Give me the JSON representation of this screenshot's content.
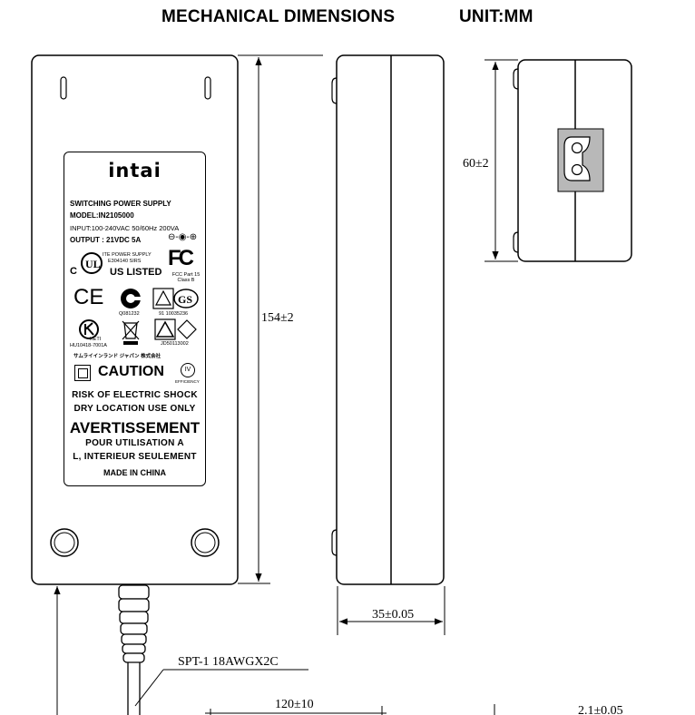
{
  "header": {
    "title": "MECHANICAL DIMENSIONS",
    "unit": "UNIT:MM"
  },
  "dimensions": {
    "height": "154±2",
    "width_side": "35±0.05",
    "end_height": "60±2",
    "cable_length": "120±10",
    "plug_dim": "2.1±0.05",
    "cable_type": "SPT-1 18AWGX2C"
  },
  "label": {
    "brand": "intai",
    "product": "SWITCHING POWER SUPPLY",
    "model": "MODEL:IN2105000",
    "input": "INPUT:100-240VAC 50/60Hz 200VA",
    "output": "OUTPUT : 21VDC 5A",
    "ite": "ITE POWER SUPPLY",
    "ite_no": "E304140 SIRS",
    "ul_c": "C",
    "ul_us": "US LISTED",
    "fc": "FC",
    "fcc_note": "FCC Part 15 Class B",
    "ce": "CE",
    "cert1": "Q081232",
    "cert2": "91 10035236",
    "kc": "KETI",
    "kc_no": "HU10418-7001A",
    "jp_no": "JD50113002",
    "jp_company": "サムライインランド ジャパン 株式会社",
    "caution": "CAUTION",
    "efficiency": "IV",
    "efficiency_label": "EFFICIENCY",
    "risk": "RISK OF ELECTRIC SHOCK",
    "dry": "DRY LOCATION USE ONLY",
    "avert": "AVERTISSEMENT",
    "pour": "POUR UTILISATION A",
    "interieur": "L, INTERIEUR SEULEMENT",
    "made": "MADE IN CHINA"
  }
}
